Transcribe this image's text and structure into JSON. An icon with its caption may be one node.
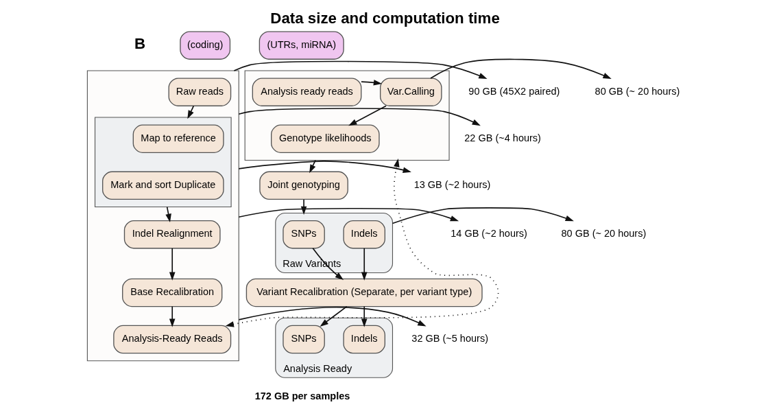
{
  "diagram": {
    "title": "Data size and computation time",
    "nodes": [
      {
        "text": [
          "(coding)"
        ]
      },
      {
        "text": [
          "(UTRs, miRNA)"
        ]
      },
      {
        "text": [],
        "shape": "box"
      },
      {
        "text": [
          "Raw reads"
        ],
        "in": 2
      },
      {
        "text": [],
        "shape": "box",
        "in": 2
      },
      {
        "text": [
          "Map to reference"
        ],
        "in": 4
      },
      {
        "text": [
          "Mark and sort Duplicate"
        ],
        "in": 4
      },
      {
        "text": [
          "Indel Realignment"
        ],
        "in": 2
      },
      {
        "text": [
          "Base Recalibration"
        ],
        "in": 2
      },
      {
        "text": [
          "Analysis-Ready Reads"
        ],
        "in": 2
      },
      {
        "text": [],
        "shape": "box"
      },
      {
        "text": [
          "Analysis ready reads"
        ],
        "in": 10
      },
      {
        "text": [
          "Var.Calling"
        ],
        "in": 10
      },
      {
        "text": [
          "Genotype likelihoods"
        ],
        "in": 10
      },
      {
        "text": [
          "Joint genotyping"
        ]
      },
      {
        "text": [
          "Raw Variants"
        ]
      },
      {
        "text": [
          "SNPs"
        ],
        "in": 15
      },
      {
        "text": [
          "Indels"
        ],
        "in": 15
      },
      {
        "text": [
          "Variant Recalibration (Separate, per variant type)"
        ]
      },
      {
        "text": [
          "Analysis Ready"
        ]
      },
      {
        "text": [
          "SNPs"
        ],
        "in": 19
      },
      {
        "text": [
          "Indels"
        ],
        "in": 19
      },
      {
        "text": [
          "90 GB (45X2 paired)"
        ]
      },
      {
        "text": [
          "22 GB (~4 hours)"
        ]
      },
      {
        "text": [
          "13 GB (~2 hours)"
        ]
      },
      {
        "text": [
          "14 GB (~2 hours)"
        ]
      },
      {
        "text": [
          "32 GB (~5 hours)"
        ]
      },
      {
        "text": [
          "80 GB (~ 20 hours)"
        ]
      },
      {
        "text": [
          "80 GB (~ 20 hours)"
        ]
      }
    ],
    "edges": [
      {
        "from": 3,
        "to": 4,
        "arrow": "to"
      },
      {
        "from": 4,
        "to": 7,
        "arrow": "to"
      },
      {
        "from": 7,
        "to": 8,
        "arrow": "to"
      },
      {
        "from": 8,
        "to": 9,
        "arrow": "to"
      },
      {
        "from": 9,
        "to": 10,
        "arrow": "both",
        "style": "dashed"
      },
      {
        "from": 11,
        "to": 12,
        "arrow": "to"
      },
      {
        "from": 12,
        "to": 13,
        "arrow": "to"
      },
      {
        "from": 10,
        "to": 14,
        "arrow": "to"
      },
      {
        "from": 14,
        "to": 15,
        "arrow": "to"
      },
      {
        "from": 16,
        "to": 18,
        "arrow": "to"
      },
      {
        "from": 17,
        "to": 18,
        "arrow": "to"
      },
      {
        "from": 18,
        "to": 20,
        "arrow": "to"
      },
      {
        "from": 18,
        "to": 21,
        "arrow": "to"
      },
      {
        "from": 2,
        "to": 22,
        "arrow": "to"
      },
      {
        "from": 2,
        "to": 23,
        "arrow": "to"
      },
      {
        "from": 2,
        "to": 24,
        "arrow": "to"
      },
      {
        "from": 2,
        "to": 25,
        "arrow": "to"
      },
      {
        "from": 2,
        "to": 26,
        "arrow": "to"
      },
      {
        "from": 12,
        "to": 27,
        "arrow": "to"
      },
      {
        "from": 15,
        "to": 28,
        "arrow": "to"
      }
    ],
    "labels": [
      "B",
      "172 GB per samples"
    ]
  }
}
